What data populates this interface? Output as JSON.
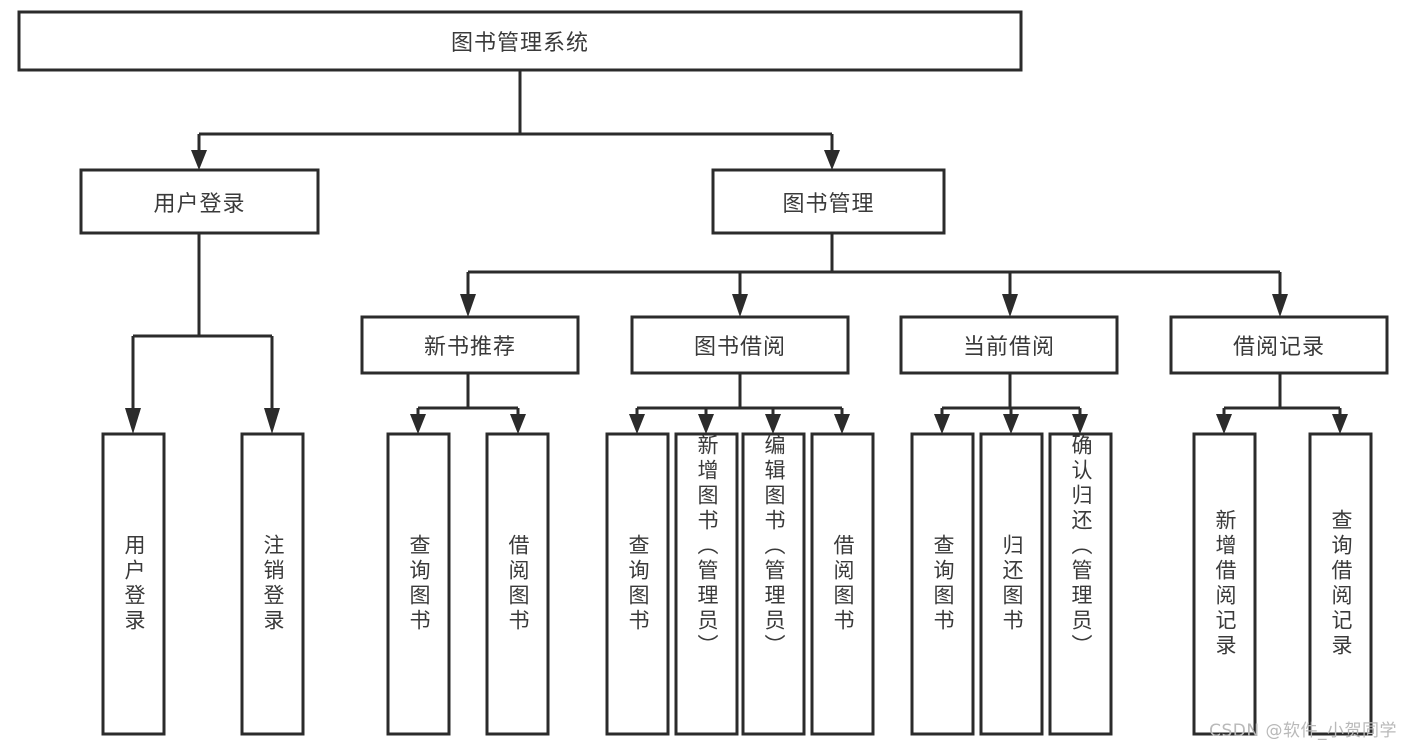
{
  "diagram": {
    "type": "tree-hierarchy-chart",
    "title": "图书管理系统",
    "colors": {
      "stroke": "#2b2b2b",
      "fill": "#ffffff",
      "text": "#3a3a3a",
      "watermark": "#b9b9b9",
      "background": "#ffffff"
    },
    "levels": [
      {
        "level": 0,
        "nodes": [
          {
            "id": "root",
            "label": "图书管理系统",
            "orientation": "horizontal"
          }
        ]
      },
      {
        "level": 1,
        "nodes": [
          {
            "id": "login",
            "label": "用户登录",
            "orientation": "horizontal",
            "parent": "root"
          },
          {
            "id": "bookmgmt",
            "label": "图书管理",
            "orientation": "horizontal",
            "parent": "root"
          }
        ]
      },
      {
        "level": 2,
        "nodes": [
          {
            "id": "newbook",
            "label": "新书推荐",
            "orientation": "horizontal",
            "parent": "bookmgmt"
          },
          {
            "id": "borrow",
            "label": "图书借阅",
            "orientation": "horizontal",
            "parent": "bookmgmt"
          },
          {
            "id": "current",
            "label": "当前借阅",
            "orientation": "horizontal",
            "parent": "bookmgmt"
          },
          {
            "id": "record",
            "label": "借阅记录",
            "orientation": "horizontal",
            "parent": "bookmgmt"
          }
        ]
      },
      {
        "level": 3,
        "nodes": [
          {
            "id": "leaf1",
            "label": "用户登录",
            "orientation": "vertical",
            "parent": "login"
          },
          {
            "id": "leaf2",
            "label": "注销登录",
            "orientation": "vertical",
            "parent": "login"
          },
          {
            "id": "leaf3",
            "label": "查询图书",
            "orientation": "vertical",
            "parent": "newbook"
          },
          {
            "id": "leaf4",
            "label": "借阅图书",
            "orientation": "vertical",
            "parent": "newbook"
          },
          {
            "id": "leaf5",
            "label": "查询图书",
            "orientation": "vertical",
            "parent": "borrow"
          },
          {
            "id": "leaf6",
            "label": "新增图书（管理员）",
            "orientation": "vertical",
            "parent": "borrow"
          },
          {
            "id": "leaf7",
            "label": "编辑图书（管理员）",
            "orientation": "vertical",
            "parent": "borrow"
          },
          {
            "id": "leaf8",
            "label": "借阅图书",
            "orientation": "vertical",
            "parent": "borrow"
          },
          {
            "id": "leaf9",
            "label": "查询图书",
            "orientation": "vertical",
            "parent": "current"
          },
          {
            "id": "leaf10",
            "label": "归还图书",
            "orientation": "vertical",
            "parent": "current"
          },
          {
            "id": "leaf11",
            "label": "确认归还（管理员）",
            "orientation": "vertical",
            "parent": "current"
          },
          {
            "id": "leaf12",
            "label": "新增借阅记录",
            "orientation": "vertical",
            "parent": "record"
          },
          {
            "id": "leaf13",
            "label": "查询借阅记录",
            "orientation": "vertical",
            "parent": "record"
          }
        ]
      }
    ]
  },
  "watermark": {
    "text": "CSDN @软件_小贺同学"
  }
}
